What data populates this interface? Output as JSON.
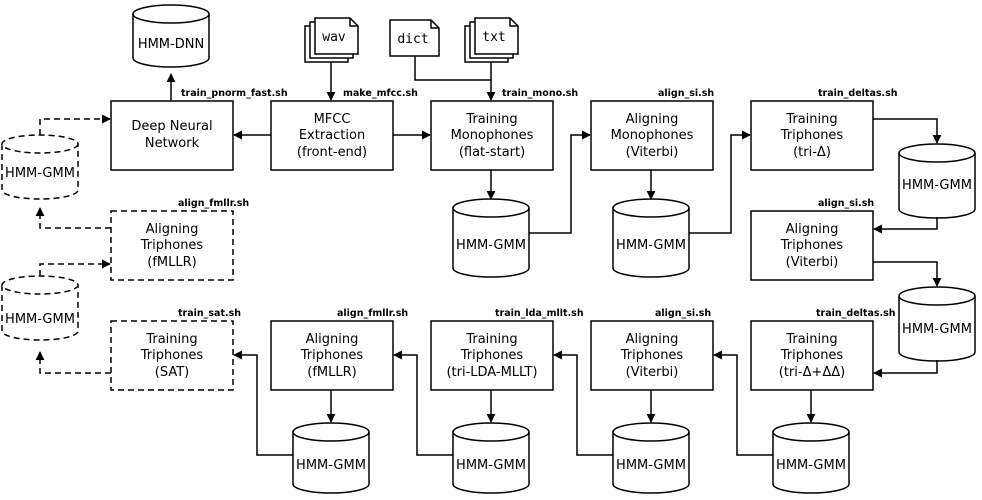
{
  "nodes": {
    "dnn": {
      "lines": [
        "Deep Neural",
        "Network"
      ]
    },
    "mfcc": {
      "lines": [
        "MFCC",
        "Extraction",
        "(front-end)"
      ],
      "script": "make_mfcc.sh"
    },
    "mono": {
      "lines": [
        "Training",
        "Monophones",
        "(flat-start)"
      ],
      "script": "train_mono.sh"
    },
    "align_mono": {
      "lines": [
        "Aligning",
        "Monophones",
        "(Viterbi)"
      ],
      "script": "align_si.sh"
    },
    "tri_delta": {
      "lines": [
        "Training",
        "Triphones",
        "(tri-Δ)"
      ],
      "script": "train_deltas.sh"
    },
    "align_tri1": {
      "lines": [
        "Aligning",
        "Triphones",
        "(Viterbi)"
      ],
      "script": "align_si.sh"
    },
    "tri_dd": {
      "lines": [
        "Training",
        "Triphones",
        "(tri-Δ+ΔΔ)"
      ],
      "script": "train_deltas.sh"
    },
    "align_tri2": {
      "lines": [
        "Aligning",
        "Triphones",
        "(Viterbi)"
      ],
      "script": "align_si.sh"
    },
    "lda": {
      "lines": [
        "Training",
        "Triphones",
        "(tri-LDA-MLLT)"
      ],
      "script": "train_lda_mllt.sh"
    },
    "align_fmllr_b": {
      "lines": [
        "Aligning",
        "Triphones",
        "(fMLLR)"
      ],
      "script": "align_fmllr.sh"
    },
    "sat": {
      "lines": [
        "Training",
        "Triphones",
        "(SAT)"
      ],
      "script": "train_sat.sh"
    },
    "align_fmllr_a": {
      "lines": [
        "Aligning",
        "Triphones",
        "(fMLLR)"
      ],
      "script": "align_fmllr.sh"
    }
  },
  "dnn_script": "train_pnorm_fast.sh",
  "model_gmm": "HMM-GMM",
  "model_dnn": "HMM-DNN",
  "inputs": {
    "wav": "wav",
    "dict": "dict",
    "txt": "txt"
  }
}
